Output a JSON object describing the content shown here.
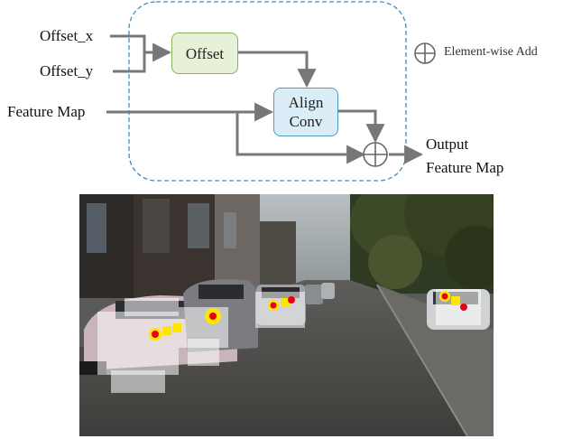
{
  "inputs": {
    "offset_x": "Offset_x",
    "offset_y": "Offset_y",
    "feature_map": "Feature Map"
  },
  "blocks": {
    "offset": "Offset",
    "align_line1": "Align",
    "align_line2": "Conv"
  },
  "output": {
    "line1": "Output",
    "line2": "Feature Map"
  },
  "legend": {
    "label": "Element-wise Add",
    "icon": "circle-plus-icon"
  },
  "colors": {
    "offset_fill": "#e6f1d7",
    "offset_border": "#86b15d",
    "align_fill": "#dbeef7",
    "align_border": "#4f9cc4",
    "dashed_region": "#3d8fb8",
    "arrow": "#777777",
    "keypoint_center": "#e60012",
    "keypoint_ring": "#ffe600"
  }
}
